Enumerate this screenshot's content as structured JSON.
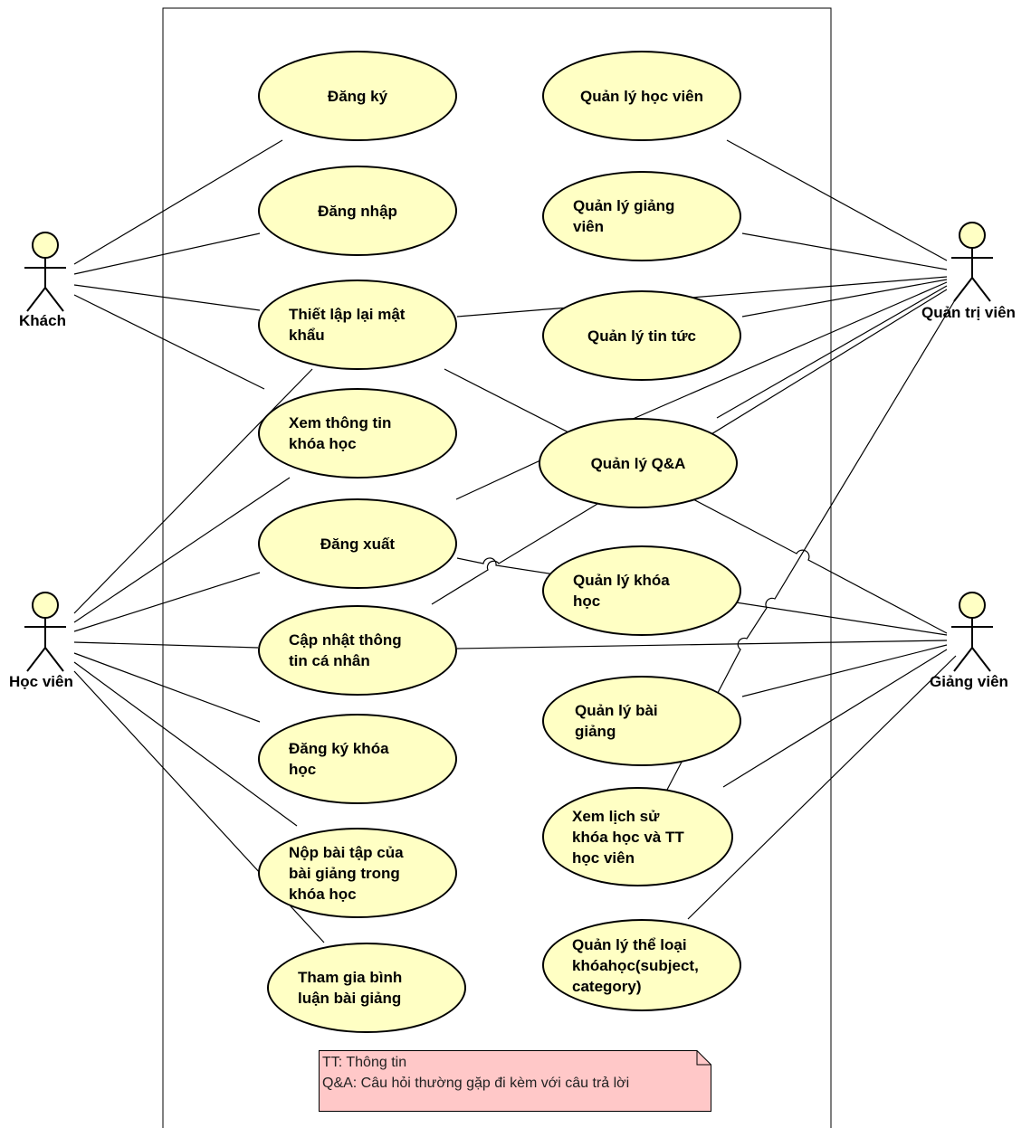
{
  "actors": {
    "guest": "Khách",
    "student": "Học viên",
    "admin": "Quản trị viên",
    "lecturer": "Giảng viên"
  },
  "use_cases": {
    "register": "Đăng ký",
    "login": "Đăng nhập",
    "reset_password": "Thiết lập lại mật\nkhẩu",
    "view_course_info": "Xem thông tin\nkhóa học",
    "logout": "Đăng xuất",
    "update_profile": "Cập nhật thông\ntin cá nhân",
    "enroll_course": "Đăng ký khóa\nhọc",
    "submit_assignment": "Nộp bài tập của\nbài giảng trong\nkhóa học",
    "comment_lecture": "Tham gia bình\nluận bài giảng",
    "manage_students": "Quản lý học viên",
    "manage_lecturers": "Quản lý giảng\nviên",
    "manage_news": "Quản lý tin tức",
    "manage_qa": "Quản lý Q&A",
    "manage_courses": "Quản lý khóa\nhọc",
    "manage_lectures": "Quản lý bài\ngiảng",
    "view_history": "Xem lịch sử\nkhóa học và TT\nhọc viên",
    "manage_categories": "Quản lý thể loại\nkhóahọc(subject,\ncategory)"
  },
  "note": {
    "line1": "TT: Thông tin",
    "line2": "Q&A: Câu hỏi thường gặp đi kèm với câu trả lời"
  },
  "colors": {
    "use_case_fill": "#ffffc4",
    "note_fill": "#ffc8c8",
    "line": "#000000"
  }
}
